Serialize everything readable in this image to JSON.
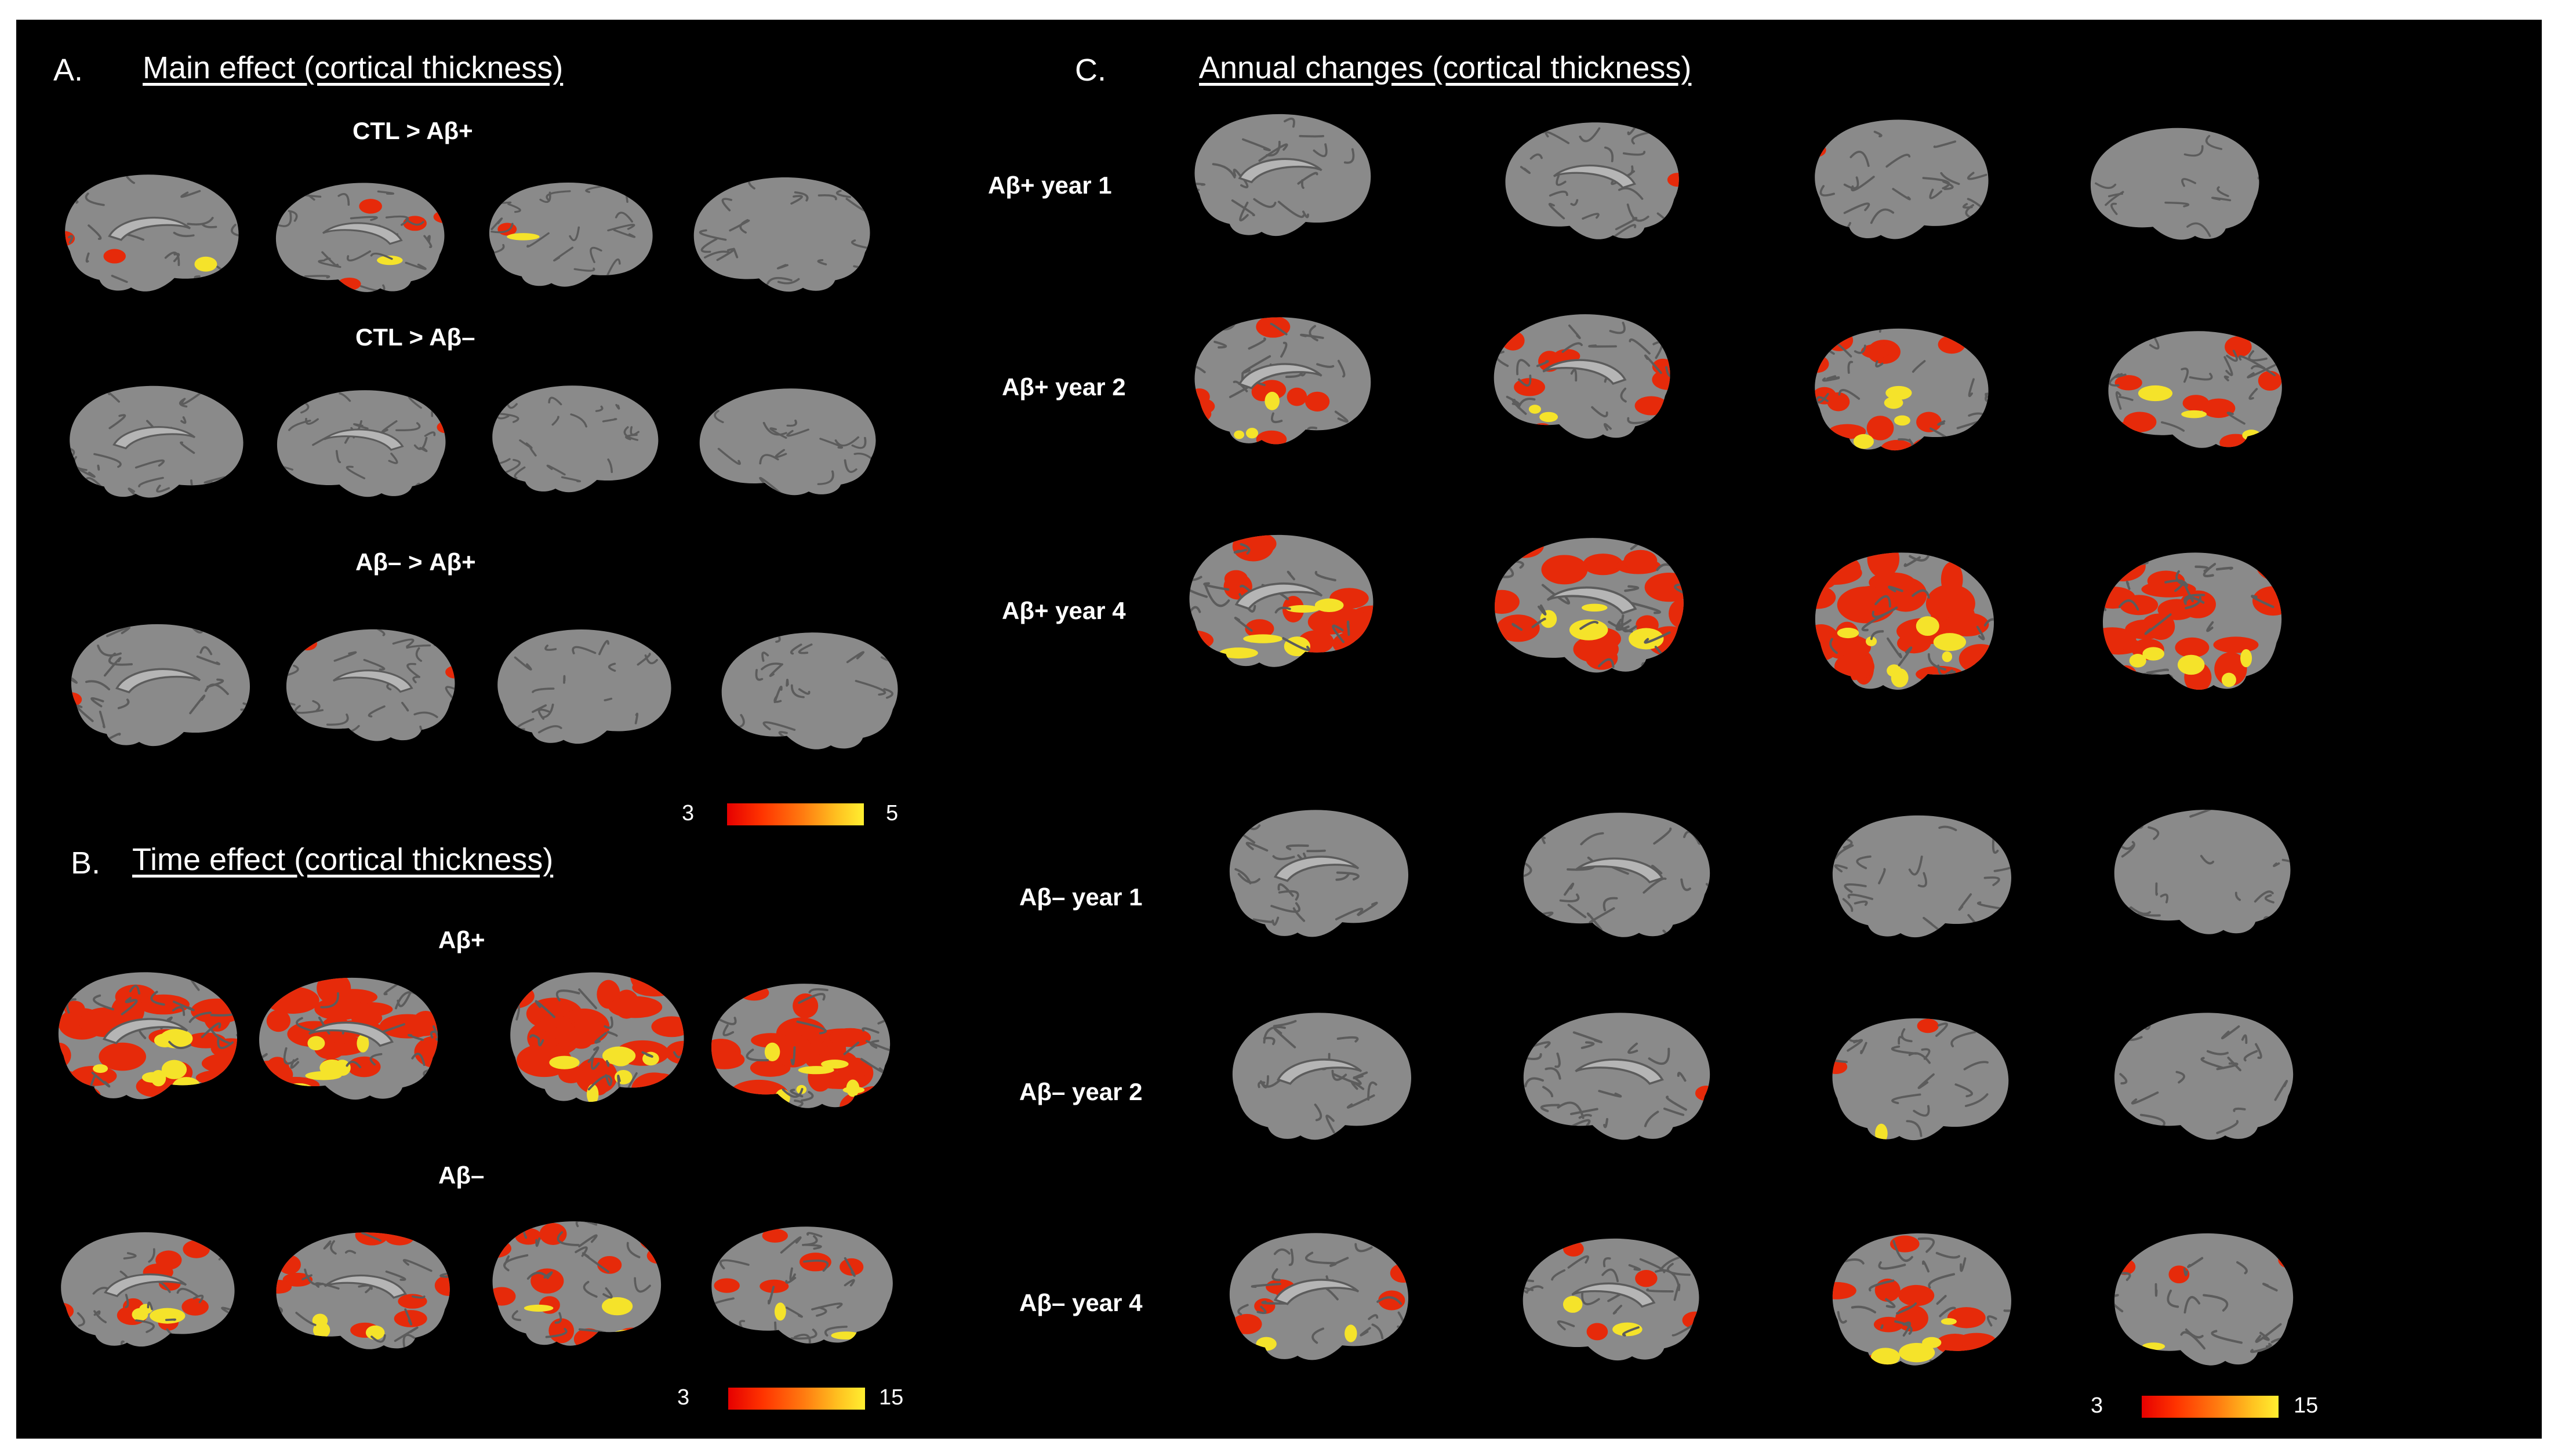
{
  "panels": {
    "a": {
      "letter": "A.",
      "title": "Main effect (cortical thickness)",
      "rows": [
        "CTL > Aβ+",
        "CTL > Aβ–",
        "Aβ– > Aβ+"
      ],
      "colorbar": {
        "min": "3",
        "max": "5"
      }
    },
    "b": {
      "letter": "B.",
      "title": "Time effect (cortical thickness)",
      "rows": [
        "Aβ+",
        "Aβ–"
      ],
      "colorbar": {
        "min": "3",
        "max": "15"
      }
    },
    "c": {
      "letter": "C.",
      "title": "Annual changes (cortical thickness)",
      "rows": [
        "Aβ+ year 1",
        "Aβ+ year 2",
        "Aβ+ year 4",
        "Aβ– year 1",
        "Aβ– year 2",
        "Aβ– year 4"
      ],
      "colorbar": {
        "min": "3",
        "max": "15"
      }
    }
  },
  "colors": {
    "background": "#000000",
    "brain_surface": "#8a8a8a",
    "sulcus": "#5c5c5c",
    "effect_low": "#e62a0a",
    "effect_high": "#f5e32a"
  },
  "views": [
    "medial-left",
    "medial-right",
    "lateral-left",
    "lateral-right"
  ]
}
